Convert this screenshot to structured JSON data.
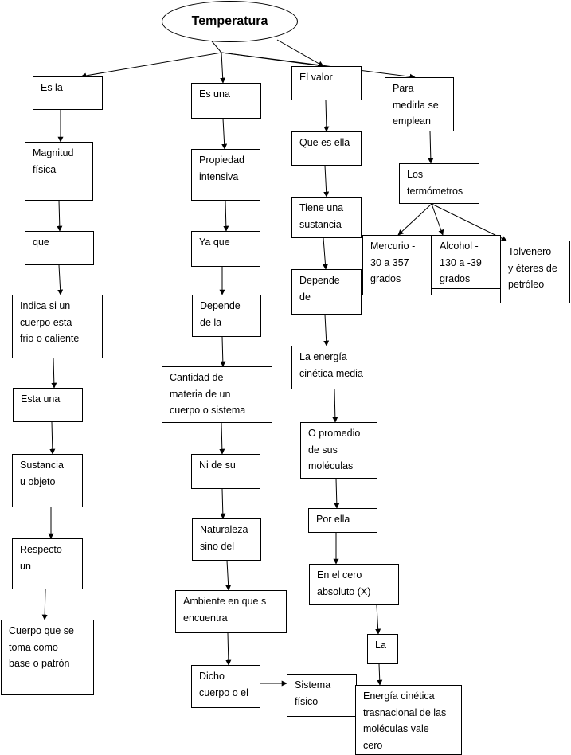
{
  "title": "Temperatura",
  "columns": {
    "col1": [
      "Es la",
      "Magnitud\nfísica",
      "que",
      "Indica si un\ncuerpo esta\nfrio o caliente",
      "Esta una",
      "Sustancia\nu objeto",
      "Respecto\nun",
      "Cuerpo que se\ntoma como\nbase o patrón"
    ],
    "col2": [
      "Es una",
      "Propiedad\nintensiva",
      "Ya que",
      "Depende\nde la",
      "Cantidad de\nmateria de un\ncuerpo o sistema",
      "Ni de su",
      "Naturaleza\nsino del",
      "Ambiente en que s\nencuentra",
      "Dicho\ncuerpo o el",
      "Sistema\nfísico"
    ],
    "col3": [
      "El valor",
      "Que es ella",
      "Tiene una\nsustancia",
      "Depende\nde",
      "La energía\ncinética media",
      "O promedio\nde sus\nmoléculas",
      "Por ella",
      "En el cero\nabsoluto (X)",
      "La",
      "Energía cinética\ntrasnacional de las\nmoléculas vale\ncero"
    ],
    "col4": [
      "Para\nmedirla se\nemplean",
      "Los\ntermómetros",
      "Mercurio -\n30 a 357\ngrados",
      "Alcohol -\n130 a -39\ngrados",
      "Tolvenero\ny éteres de\npetróleo"
    ]
  }
}
